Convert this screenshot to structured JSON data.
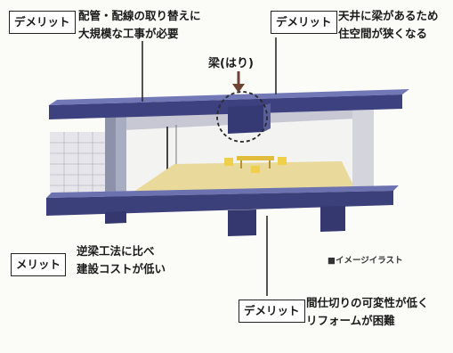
{
  "callouts": {
    "top_left": {
      "tag": "デメリット",
      "lines": [
        "配管・配線の取り替えに",
        "大規模な工事が必要"
      ]
    },
    "top_right": {
      "tag": "デメリット",
      "lines": [
        "天井に梁があるため",
        "住空間が狭くなる"
      ]
    },
    "bottom_left": {
      "tag": "メリット",
      "lines": [
        "逆梁工法に比べ",
        "建設コストが低い"
      ]
    },
    "bottom_right": {
      "tag": "デメリット",
      "lines": [
        "間仕切りの可変性が低く",
        "リフォームが困難"
      ]
    }
  },
  "beam_label": "梁(はり)",
  "caption": "■イメージイラスト"
}
